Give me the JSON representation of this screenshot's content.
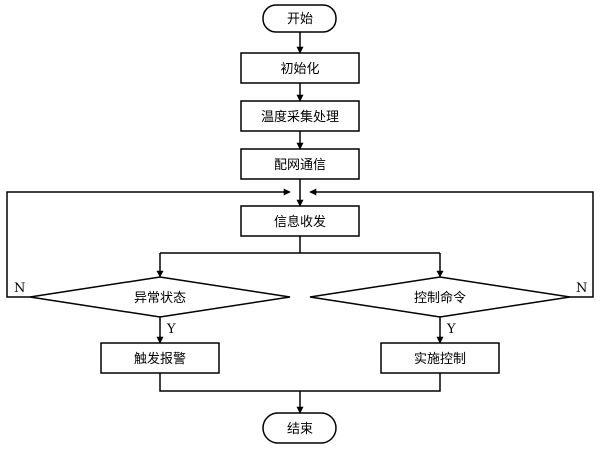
{
  "diagram": {
    "nodes": {
      "start": "开始",
      "init": "初始化",
      "temp": "温度采集处理",
      "network": "配网通信",
      "msg": "信息收发",
      "abnormal": "异常状态",
      "control_cmd": "控制命令",
      "alarm": "触发报警",
      "exec": "实施控制",
      "end": "结束"
    },
    "edge_labels": {
      "abnormal_no": "N",
      "abnormal_yes": "Y",
      "control_no": "N",
      "control_yes": "Y"
    }
  }
}
